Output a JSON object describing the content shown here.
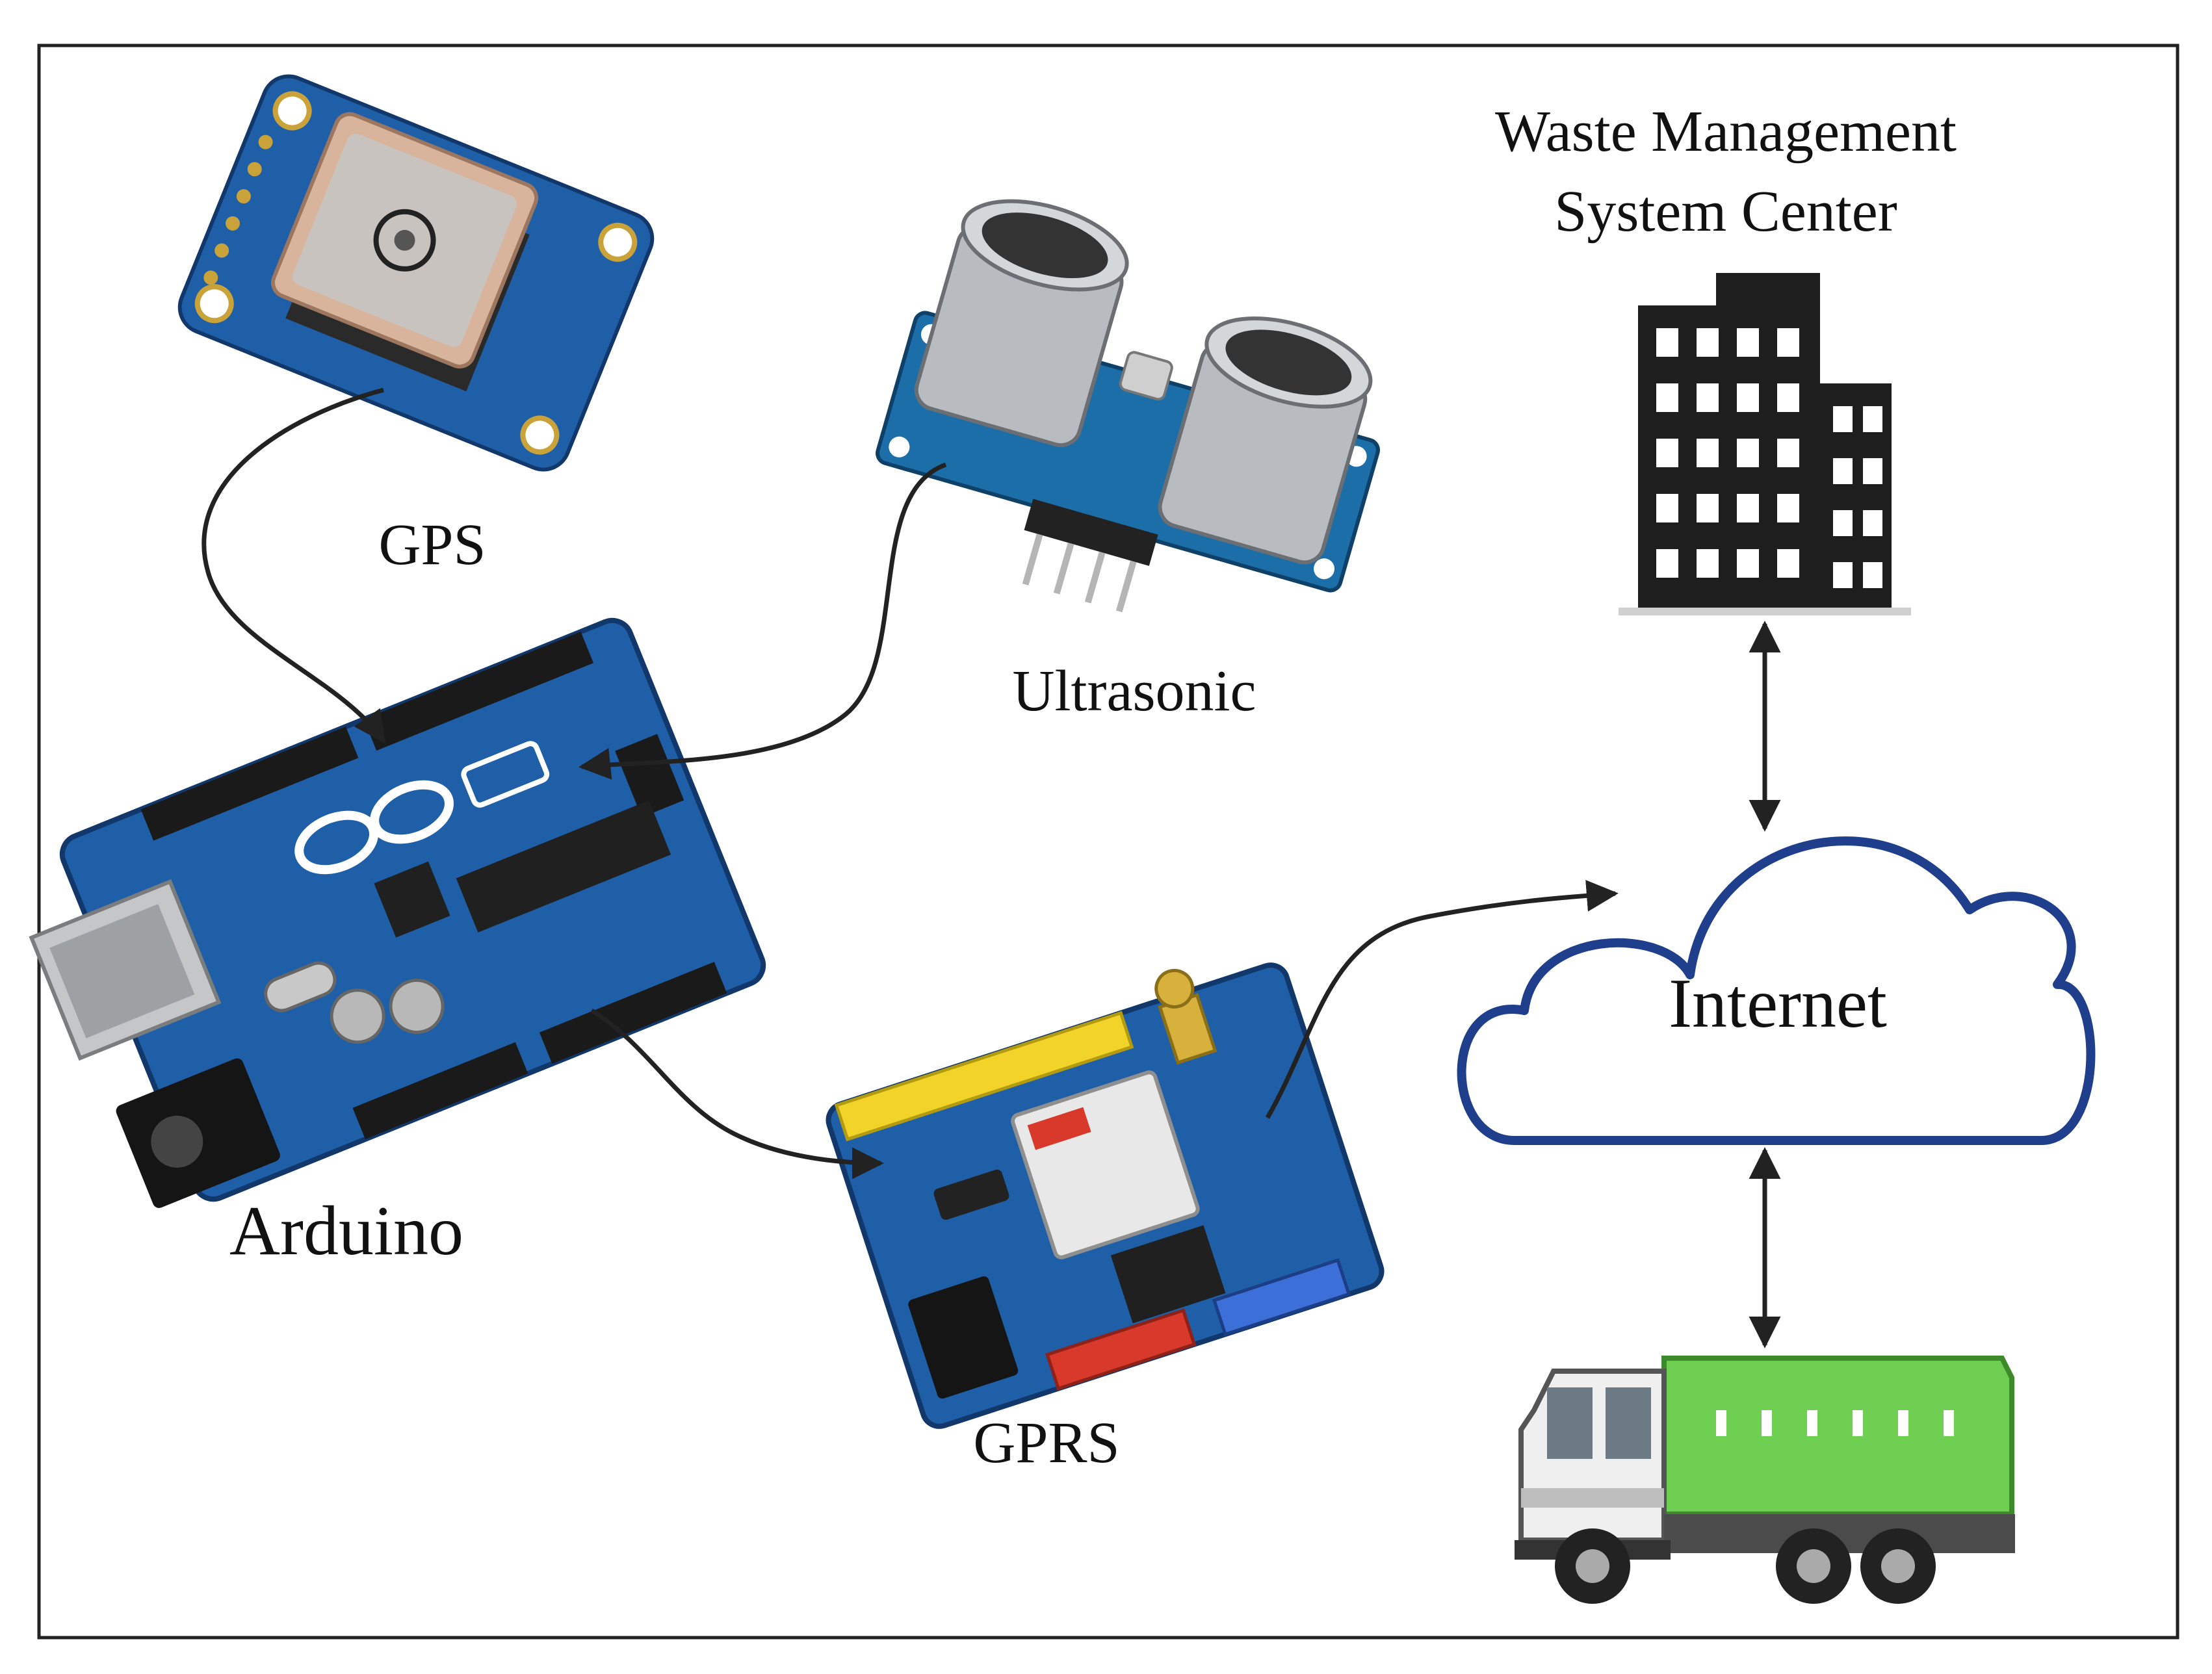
{
  "labels": {
    "gps": "GPS",
    "ultrasonic": "Ultrasonic",
    "arduino": "Arduino",
    "gprs": "GPRS",
    "internet": "Internet",
    "center_line1": "Waste Management",
    "center_line2": "System Center"
  },
  "colors": {
    "frame": "#222222",
    "arrow": "#222222",
    "cloud_stroke": "#1f3f8c",
    "board_blue": "#1f5fa8",
    "board_dark": "#12386b",
    "gps_patch": "#d9b49c",
    "building": "#1e1e1e",
    "truck_green": "#6fcf52",
    "gprs_yellow": "#f2d32a",
    "gprs_red": "#d8392b"
  },
  "icons": [
    "gps-module-icon",
    "ultrasonic-sensor-icon",
    "arduino-board-icon",
    "gprs-shield-icon",
    "office-building-icon",
    "cloud-icon",
    "garbage-truck-icon"
  ]
}
